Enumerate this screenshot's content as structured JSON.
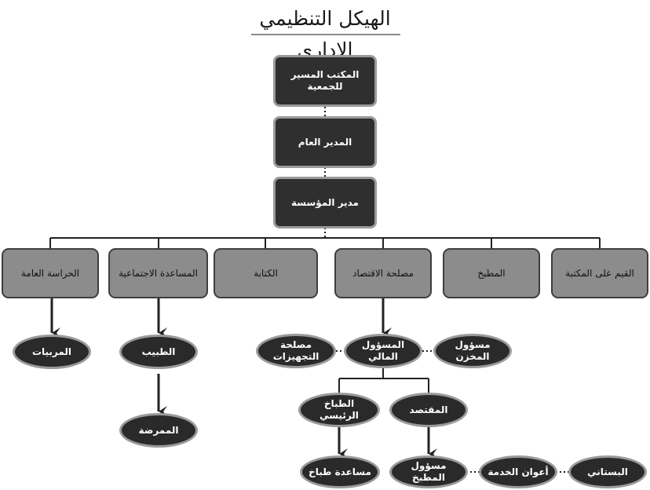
{
  "title": "الهيكل التنظيمي الإداري",
  "top_chain": {
    "board": "المكتب المسير للجمعية",
    "general_manager": "المدير العام",
    "director": "مدير المؤسسة"
  },
  "departments": {
    "library": "القيم على المكتبة",
    "kitchen": "المطبخ",
    "finance": "مصلحة الاقتصاد",
    "secretariat": "الكتابة",
    "social": "المساعدة الاجتماعية",
    "security": "الحراسة العامة"
  },
  "staff": {
    "educators": "المربيات",
    "doctor": "الطبيب",
    "nurse": "الممرضة",
    "equipment": "مصلحة التجهيزات",
    "finance_officer": "المسؤول المالي",
    "warehouse": "مسؤول المخزن",
    "head_cook": "الطباخ الرئيسي",
    "steward": "المقتصد",
    "cook_assistant": "مساعدة طباخ",
    "kitchen_officer": "مسؤول المطبخ",
    "service_agents": "أعوان الخدمة",
    "gardener": "البستاني"
  }
}
